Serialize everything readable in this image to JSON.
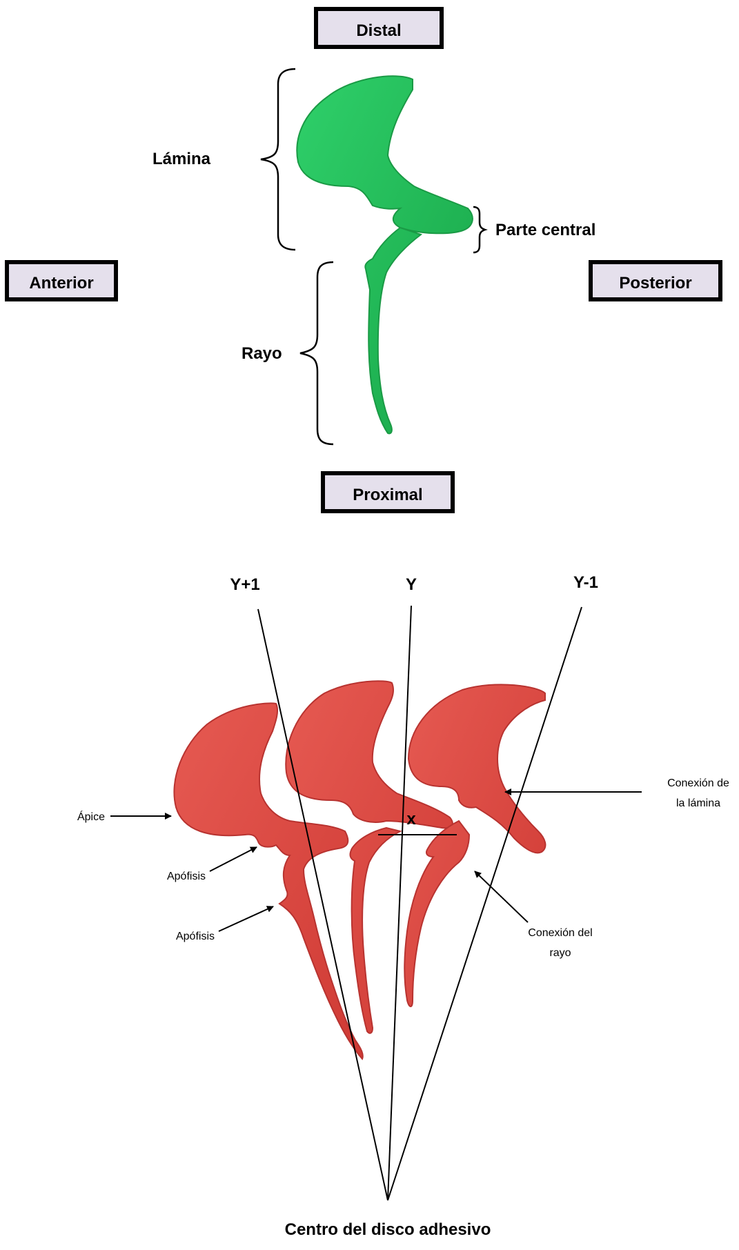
{
  "orientation": {
    "distal": "Distal",
    "proximal": "Proximal",
    "anterior": "Anterior",
    "posterior": "Posterior"
  },
  "top_figure": {
    "lamina": "Lámina",
    "parte_central": "Parte central",
    "rayo": "Rayo",
    "color": "#1fb04f"
  },
  "bottom_figure": {
    "lines": {
      "y_plus_1": "Y+1",
      "y": "Y",
      "y_minus_1": "Y-1"
    },
    "angle_label": "x",
    "apice": "Ápice",
    "apofisis_1": "Apófisis",
    "apofisis_2": "Apófisis",
    "conexion_lamina": [
      "Conexión de",
      "la lámina"
    ],
    "conexion_rayo": [
      "Conexión del",
      "rayo"
    ],
    "centro": "Centro del disco adhesivo",
    "color": "#d9413b"
  }
}
